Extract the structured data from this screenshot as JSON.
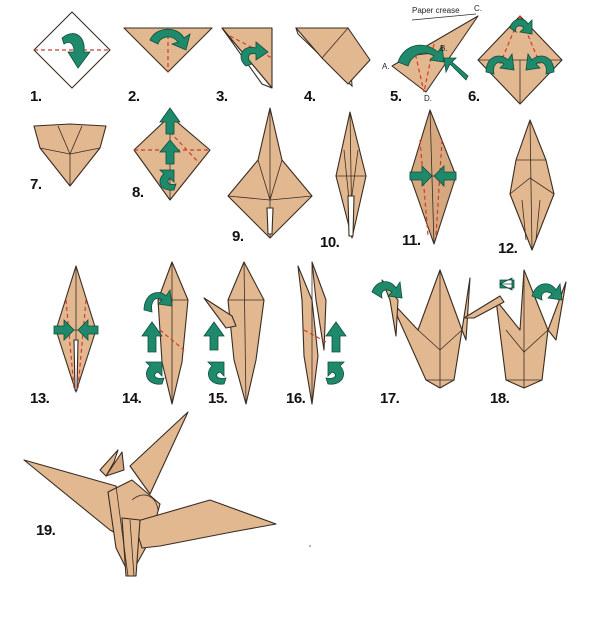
{
  "steps": [
    "1.",
    "2.",
    "3.",
    "4.",
    "5.",
    "6.",
    "7.",
    "8.",
    "9.",
    "10.",
    "11.",
    "12.",
    "13.",
    "14.",
    "15.",
    "16.",
    "17.",
    "18.",
    "19."
  ],
  "annotations": {
    "paper_crease": "Paper crease",
    "point_a": "A.",
    "point_b": "B.",
    "point_c": "C.",
    "point_d": "D."
  },
  "colors": {
    "paper": "#e2b891",
    "arrow": "#1f8a6b",
    "fold_line": "#d23a2a",
    "outline": "#3a2c22"
  }
}
